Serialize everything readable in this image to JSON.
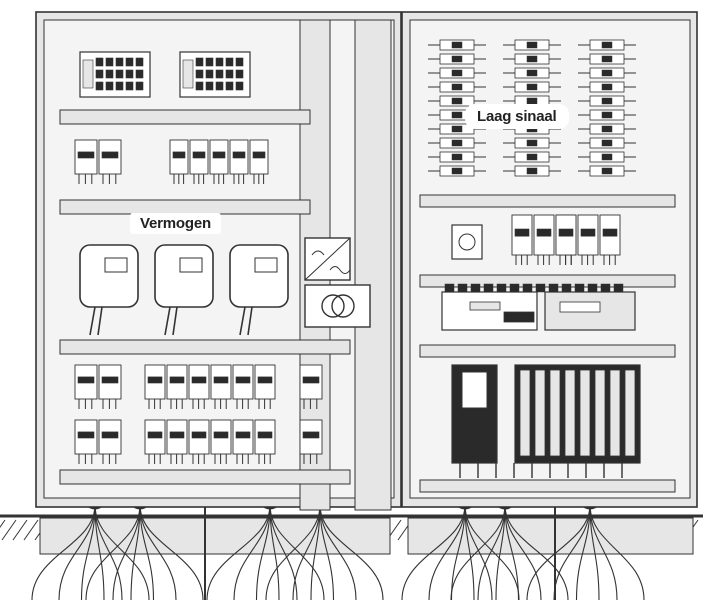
{
  "labels": {
    "power_zone": "Vermogen",
    "low_signal_zone": "Laag sinaal"
  },
  "colors": {
    "line": "#333333",
    "cabinet_fill": "#e6e6e6",
    "panel_fill": "#f4f4f4",
    "device_fill": "#ffffff",
    "dark_device": "#2a2a2a",
    "ground_hatch": "#555555"
  },
  "components": {
    "left_cabinet": [
      "relay-module",
      "relay-module",
      "terminal-breaker-row",
      "drive-unit",
      "drive-unit",
      "drive-unit",
      "filter-symbol",
      "transformer-symbol",
      "circuit-breaker-rows"
    ],
    "right_cabinet": [
      "signal-terminal-blocks",
      "socket-outlet",
      "power-supply-modules",
      "plc-rack",
      "io-module-rack"
    ]
  }
}
